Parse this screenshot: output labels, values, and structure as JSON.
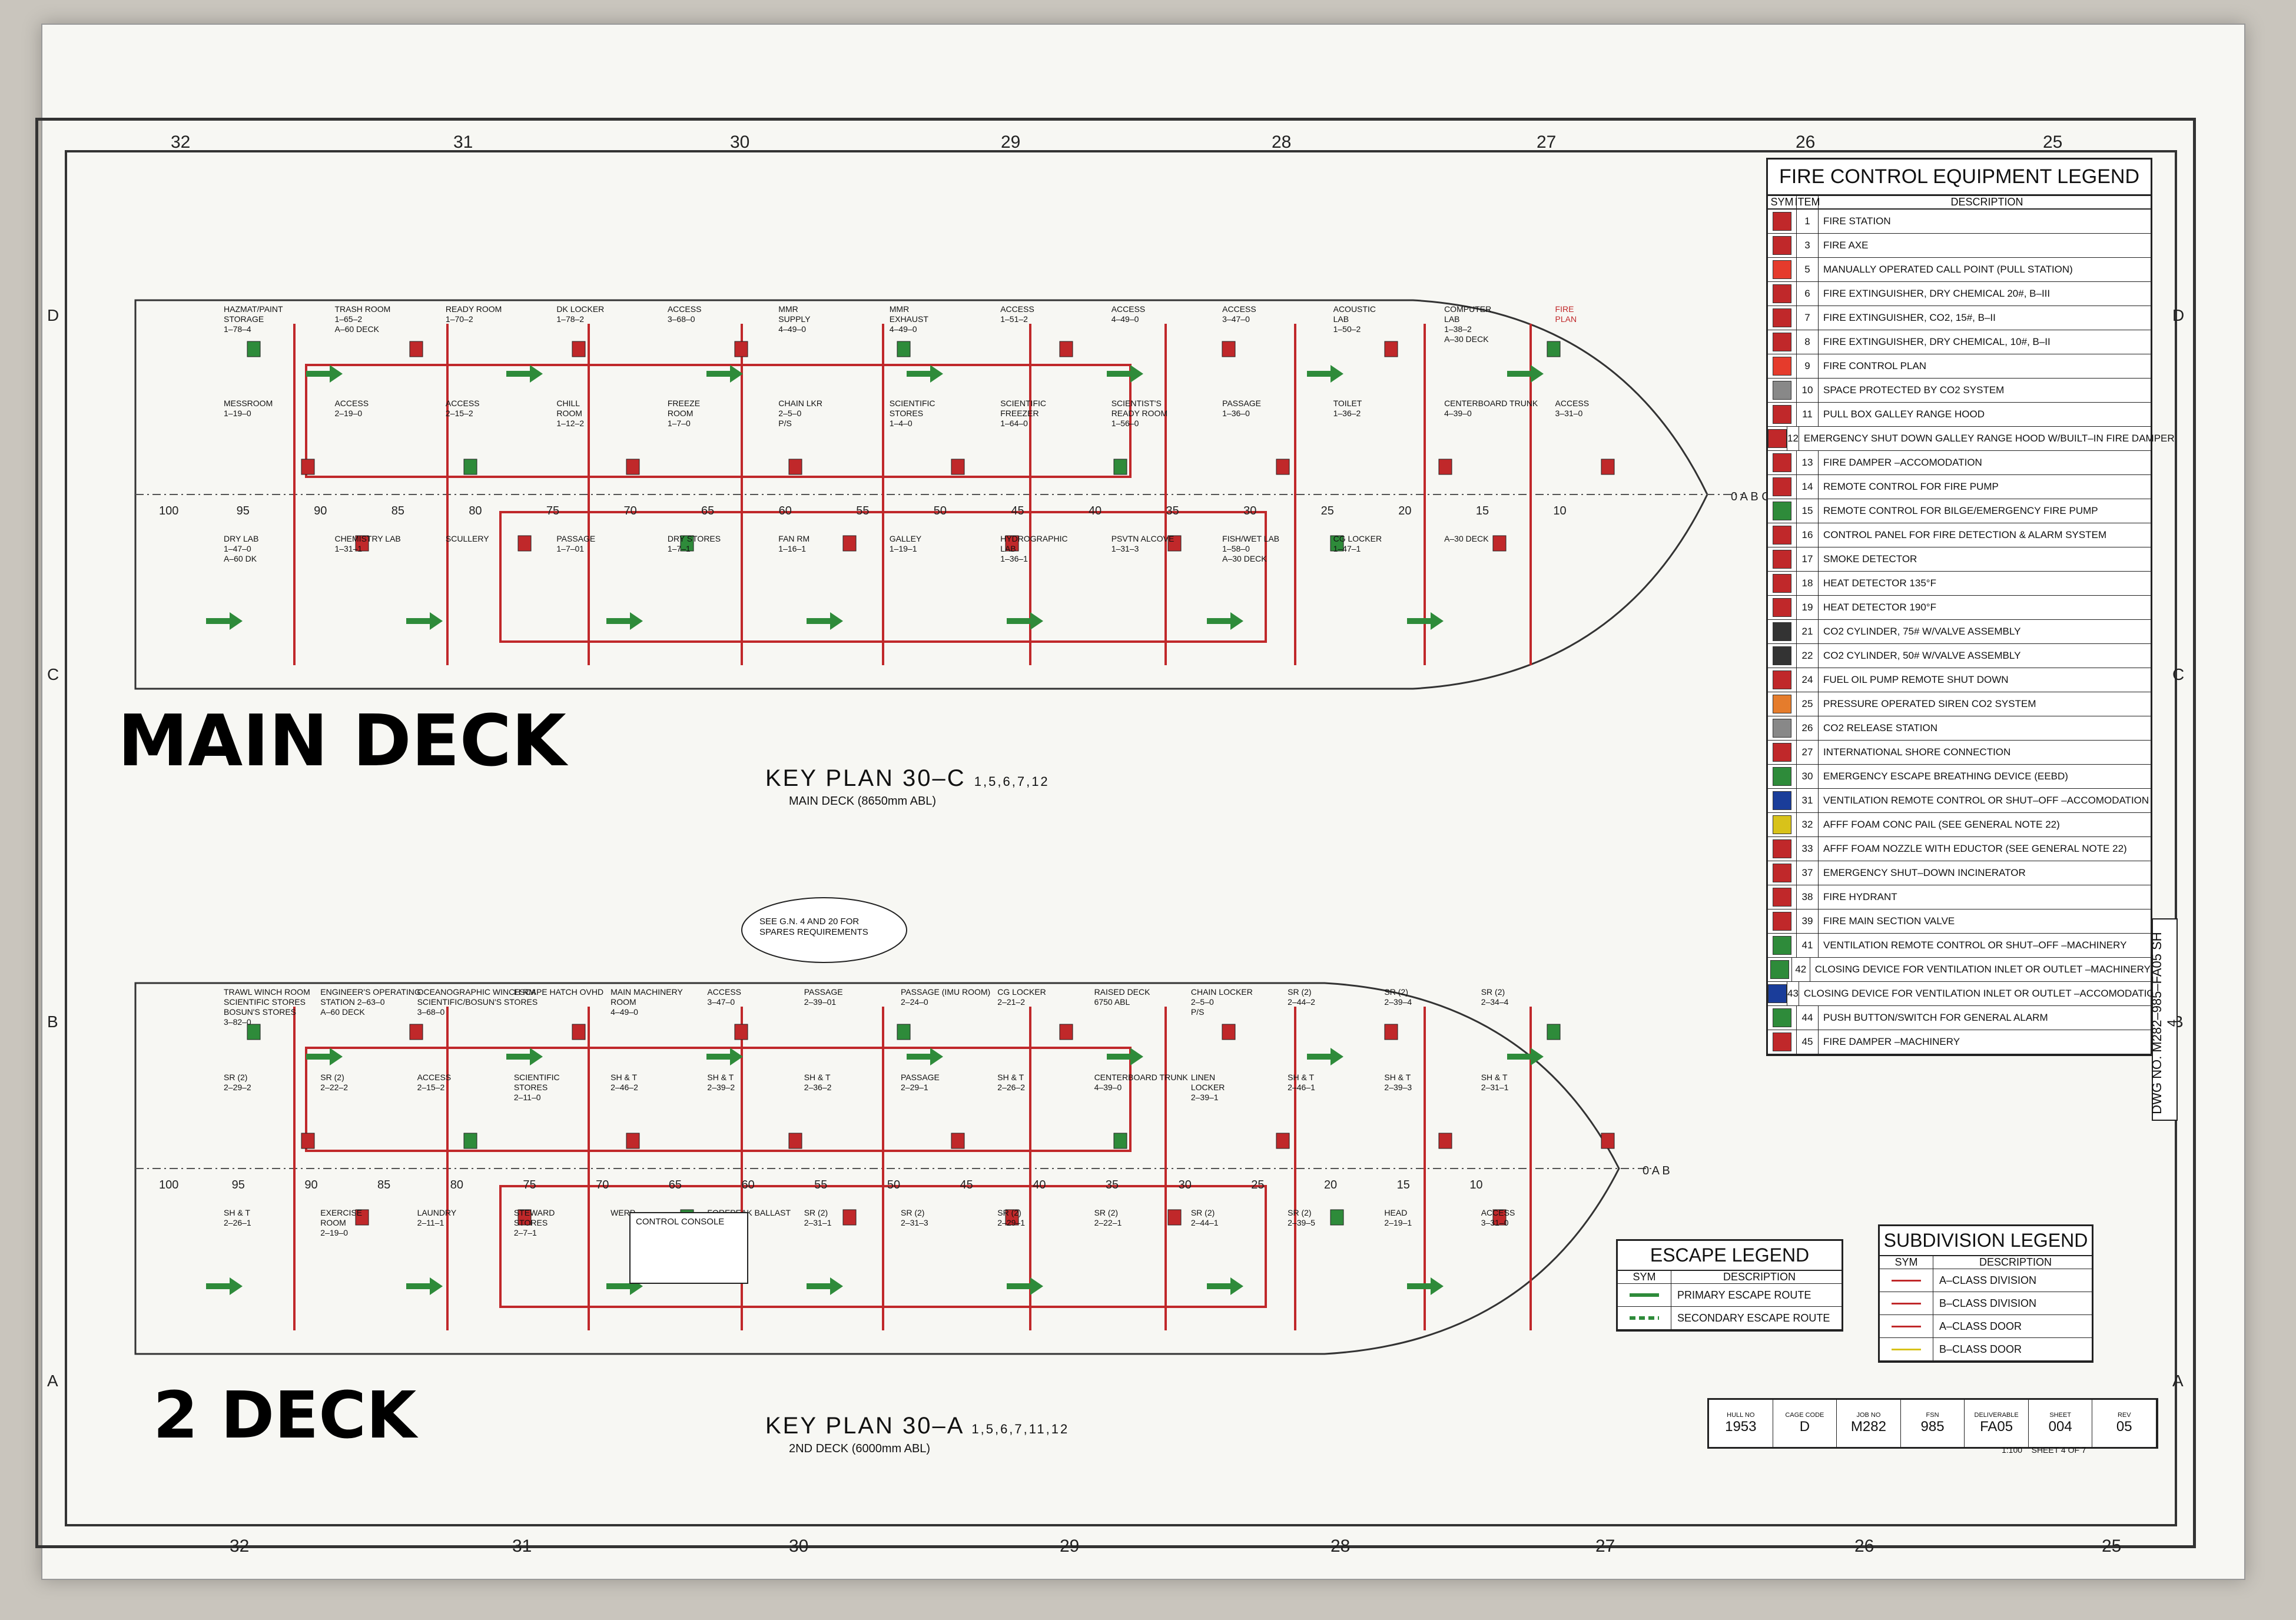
{
  "grid": {
    "top": [
      "32",
      "31",
      "30",
      "29",
      "28",
      "27",
      "26",
      "25"
    ],
    "bottom": [
      "32",
      "31",
      "30",
      "29",
      "28",
      "27",
      "26",
      "25"
    ],
    "left": [
      "D",
      "C",
      "B",
      "A"
    ],
    "right": [
      "D",
      "C",
      "B",
      "A"
    ]
  },
  "main_deck": {
    "handwritten": "MAIN DECK",
    "key_plan": "KEY PLAN 30–C",
    "sub": "MAIN DECK (8650mm ABL)",
    "revisions": "1,5,6,7,12",
    "frames": [
      "100",
      "95",
      "90",
      "85",
      "80",
      "75",
      "70",
      "65",
      "60",
      "55",
      "50",
      "45",
      "40",
      "35",
      "30",
      "25",
      "20",
      "15",
      "10"
    ],
    "stations": "0 A B C D",
    "rooms": [
      {
        "t": "HAZMAT/PAINT\nSTORAGE\n1–78–4"
      },
      {
        "t": "TRASH ROOM\n1–65–2\nA–60 DECK"
      },
      {
        "t": "READY ROOM\n1–70–2"
      },
      {
        "t": "DK LOCKER\n1–78–2"
      },
      {
        "t": "ACCESS\n3–68–0"
      },
      {
        "t": "MMR\nSUPPLY\n4–49–0"
      },
      {
        "t": "MMR\nEXHAUST\n4–49–0"
      },
      {
        "t": "ACCESS\n1–51–2"
      },
      {
        "t": "ACCESS\n4–49–0"
      },
      {
        "t": "ACCESS\n3–47–0"
      },
      {
        "t": "ACOUSTIC\nLAB\n1–50–2"
      },
      {
        "t": "COMPUTER\nLAB\n1–38–2\nA–30 DECK"
      },
      {
        "t": "FIRE\nPLAN"
      },
      {
        "t": "MESSROOM\n1–19–0"
      },
      {
        "t": "ACCESS\n2–19–0"
      },
      {
        "t": "ACCESS\n2–15–2"
      },
      {
        "t": "CHILL\nROOM\n1–12–2"
      },
      {
        "t": "FREEZE\nROOM\n1–7–0"
      },
      {
        "t": "CHAIN LKR\n2–5–0\nP/S"
      },
      {
        "t": "SCIENTIFIC\nSTORES\n1–4–0"
      },
      {
        "t": "SCIENTIFIC\nFREEZER\n1–64–0"
      },
      {
        "t": "SCIENTIST'S\nREADY ROOM\n1–56–0"
      },
      {
        "t": "PASSAGE\n1–36–0"
      },
      {
        "t": "TOILET\n1–36–2"
      },
      {
        "t": "CENTERBOARD TRUNK\n4–39–0"
      },
      {
        "t": "ACCESS\n3–31–0"
      },
      {
        "t": "DRY LAB\n1–47–0\nA–60 DK"
      },
      {
        "t": "CHEMISTRY LAB\n1–31–1"
      },
      {
        "t": "SCULLERY"
      },
      {
        "t": "PASSAGE\n1–7–01"
      },
      {
        "t": "DRY STORES\n1–7–1"
      },
      {
        "t": "FAN RM\n1–16–1"
      },
      {
        "t": "GALLEY\n1–19–1"
      },
      {
        "t": "HYDROGRAPHIC\nLAB\n1–36–1"
      },
      {
        "t": "PSVTN ALCOVE\n1–31–3"
      },
      {
        "t": "FISH/WET LAB\n1–58–0\nA–30 DECK"
      },
      {
        "t": "CG LOCKER\n1–47–1"
      },
      {
        "t": "A–30 DECK"
      }
    ]
  },
  "second_deck": {
    "handwritten": "2 DECK",
    "key_plan": "KEY PLAN 30–A",
    "sub": "2ND DECK (6000mm ABL)",
    "revisions": "1,5,6,7,11,12",
    "frames": [
      "100",
      "95",
      "90",
      "85",
      "80",
      "75",
      "70",
      "65",
      "60",
      "55",
      "50",
      "45",
      "40",
      "35",
      "30",
      "25",
      "20",
      "15",
      "10"
    ],
    "stations": "0 A B",
    "note": "SEE G.N. 4 AND 20 FOR\nSPARES REQUIREMENTS",
    "control_console": "CONTROL CONSOLE",
    "rooms": [
      {
        "t": "TRAWL WINCH ROOM\nSCIENTIFIC STORES\nBOSUN'S STORES\n3–82–0"
      },
      {
        "t": "ENGINEER'S OPERATING\nSTATION 2–63–0\nA–60 DECK"
      },
      {
        "t": "OCEANOGRAPHIC WINCH RM\nSCIENTIFIC/BOSUN'S STORES\n3–68–0"
      },
      {
        "t": "ESCAPE HATCH OVHD"
      },
      {
        "t": "MAIN MACHINERY\nROOM\n4–49–0"
      },
      {
        "t": "ACCESS\n3–47–0"
      },
      {
        "t": "PASSAGE\n2–39–01"
      },
      {
        "t": "PASSAGE (IMU ROOM)\n2–24–0"
      },
      {
        "t": "CG LOCKER\n2–21–2"
      },
      {
        "t": "RAISED DECK\n6750 ABL"
      },
      {
        "t": "CHAIN LOCKER\n2–5–0\nP/S"
      },
      {
        "t": "SR (2)\n2–44–2"
      },
      {
        "t": "SR (2)\n2–39–4"
      },
      {
        "t": "SR (2)\n2–34–4"
      },
      {
        "t": "SR (2)\n2–29–2"
      },
      {
        "t": "SR (2)\n2–22–2"
      },
      {
        "t": "ACCESS\n2–15–2"
      },
      {
        "t": "SCIENTIFIC\nSTORES\n2–11–0"
      },
      {
        "t": "SH & T\n2–46–2"
      },
      {
        "t": "SH & T\n2–39–2"
      },
      {
        "t": "SH & T\n2–36–2"
      },
      {
        "t": "PASSAGE\n2–29–1"
      },
      {
        "t": "SH & T\n2–26–2"
      },
      {
        "t": "CENTERBOARD TRUNK\n4–39–0"
      },
      {
        "t": "LINEN\nLOCKER\n2–39–1"
      },
      {
        "t": "SH & T\n2–46–1"
      },
      {
        "t": "SH & T\n2–39–3"
      },
      {
        "t": "SH & T\n2–31–1"
      },
      {
        "t": "SH & T\n2–26–1"
      },
      {
        "t": "EXERCISE\nROOM\n2–19–0"
      },
      {
        "t": "LAUNDRY\n2–11–1"
      },
      {
        "t": "STEWARD\nSTORES\n2–7–1"
      },
      {
        "t": "WERP"
      },
      {
        "t": "FOREPEAK BALLAST\n4–1–0"
      },
      {
        "t": "SR (2)\n2–31–1"
      },
      {
        "t": "SR (2)\n2–31–3"
      },
      {
        "t": "SR (2)\n2–29–1"
      },
      {
        "t": "SR (2)\n2–22–1"
      },
      {
        "t": "SR (2)\n2–44–1"
      },
      {
        "t": "SR (2)\n2–39–5"
      },
      {
        "t": "HEAD\n2–19–1"
      },
      {
        "t": "ACCESS\n3–31–0"
      }
    ]
  },
  "fire_legend": {
    "title": "FIRE CONTROL EQUIPMENT LEGEND",
    "col_sym": "SYM",
    "col_item": "ITEM",
    "col_desc": "DESCRIPTION",
    "rows": [
      {
        "item": "1",
        "desc": "FIRE STATION",
        "color": "#c0282a"
      },
      {
        "item": "3",
        "desc": "FIRE AXE",
        "color": "#c0282a"
      },
      {
        "item": "5",
        "desc": "MANUALLY OPERATED CALL POINT (PULL STATION)",
        "color": "#e53b2c"
      },
      {
        "item": "6",
        "desc": "FIRE EXTINGUISHER, DRY CHEMICAL 20#, B–III",
        "color": "#c0282a"
      },
      {
        "item": "7",
        "desc": "FIRE EXTINGUISHER, CO2, 15#, B–II",
        "color": "#c0282a"
      },
      {
        "item": "8",
        "desc": "FIRE EXTINGUISHER, DRY CHEMICAL, 10#, B–II",
        "color": "#c0282a"
      },
      {
        "item": "9",
        "desc": "FIRE CONTROL PLAN",
        "color": "#e53b2c"
      },
      {
        "item": "10",
        "desc": "SPACE PROTECTED BY CO2 SYSTEM",
        "color": "#888888"
      },
      {
        "item": "11",
        "desc": "PULL BOX GALLEY RANGE HOOD",
        "color": "#c0282a"
      },
      {
        "item": "12",
        "desc": "EMERGENCY SHUT DOWN GALLEY RANGE HOOD W/BUILT–IN FIRE DAMPER",
        "color": "#c0282a"
      },
      {
        "item": "13",
        "desc": "FIRE DAMPER –ACCOMODATION",
        "color": "#c0282a"
      },
      {
        "item": "14",
        "desc": "REMOTE CONTROL FOR FIRE PUMP",
        "color": "#c0282a"
      },
      {
        "item": "15",
        "desc": "REMOTE CONTROL FOR BILGE/EMERGENCY FIRE PUMP",
        "color": "#2e8b3a"
      },
      {
        "item": "16",
        "desc": "CONTROL PANEL FOR FIRE DETECTION & ALARM SYSTEM",
        "color": "#c0282a"
      },
      {
        "item": "17",
        "desc": "SMOKE DETECTOR",
        "color": "#c0282a"
      },
      {
        "item": "18",
        "desc": "HEAT DETECTOR 135°F",
        "color": "#c0282a"
      },
      {
        "item": "19",
        "desc": "HEAT DETECTOR 190°F",
        "color": "#c0282a"
      },
      {
        "item": "21",
        "desc": "CO2 CYLINDER, 75# W/VALVE ASSEMBLY",
        "color": "#333333"
      },
      {
        "item": "22",
        "desc": "CO2 CYLINDER, 50# W/VALVE ASSEMBLY",
        "color": "#333333"
      },
      {
        "item": "24",
        "desc": "FUEL OIL PUMP REMOTE SHUT DOWN",
        "color": "#c0282a"
      },
      {
        "item": "25",
        "desc": "PRESSURE OPERATED SIREN CO2 SYSTEM",
        "color": "#e57c2c"
      },
      {
        "item": "26",
        "desc": "CO2 RELEASE STATION",
        "color": "#888888"
      },
      {
        "item": "27",
        "desc": "INTERNATIONAL SHORE CONNECTION",
        "color": "#c0282a"
      },
      {
        "item": "30",
        "desc": "EMERGENCY ESCAPE BREATHING DEVICE (EEBD)",
        "color": "#2e8b3a"
      },
      {
        "item": "31",
        "desc": "VENTILATION REMOTE CONTROL OR SHUT–OFF –ACCOMODATION",
        "color": "#1a3d9a"
      },
      {
        "item": "32",
        "desc": "AFFF FOAM CONC PAIL (SEE GENERAL NOTE 22)",
        "color": "#d8c21a"
      },
      {
        "item": "33",
        "desc": "AFFF FOAM NOZZLE WITH EDUCTOR (SEE GENERAL NOTE 22)",
        "color": "#c0282a"
      },
      {
        "item": "37",
        "desc": "EMERGENCY SHUT–DOWN INCINERATOR",
        "color": "#c0282a"
      },
      {
        "item": "38",
        "desc": "FIRE HYDRANT",
        "color": "#c0282a"
      },
      {
        "item": "39",
        "desc": "FIRE MAIN SECTION VALVE",
        "color": "#c0282a"
      },
      {
        "item": "41",
        "desc": "VENTILATION REMOTE CONTROL OR SHUT–OFF –MACHINERY",
        "color": "#2e8b3a"
      },
      {
        "item": "42",
        "desc": "CLOSING DEVICE FOR VENTILATION INLET OR OUTLET –MACHINERY",
        "color": "#2e8b3a"
      },
      {
        "item": "43",
        "desc": "CLOSING DEVICE FOR VENTILATION INLET OR OUTLET –ACCOMODATION",
        "color": "#1a3d9a"
      },
      {
        "item": "44",
        "desc": "PUSH BUTTON/SWITCH FOR GENERAL ALARM",
        "color": "#2e8b3a"
      },
      {
        "item": "45",
        "desc": "FIRE DAMPER –MACHINERY",
        "color": "#c0282a"
      }
    ]
  },
  "escape_legend": {
    "title": "ESCAPE LEGEND",
    "col_sym": "SYM",
    "col_desc": "DESCRIPTION",
    "rows": [
      {
        "desc": "PRIMARY ESCAPE ROUTE",
        "style": "solid"
      },
      {
        "desc": "SECONDARY ESCAPE ROUTE",
        "style": "dashed"
      }
    ]
  },
  "subdivision_legend": {
    "title": "SUBDIVISION LEGEND",
    "col_sym": "SYM",
    "col_desc": "DESCRIPTION",
    "rows": [
      {
        "desc": "A–CLASS DIVISION",
        "color": "#c0282a"
      },
      {
        "desc": "B–CLASS DIVISION",
        "color": "#c0282a"
      },
      {
        "desc": "A–CLASS DOOR",
        "color": "#c0282a"
      },
      {
        "desc": "B–CLASS DOOR",
        "color": "#d8c21a"
      }
    ]
  },
  "title_block": {
    "hull_no": "1953",
    "code": "D",
    "job": "M282",
    "fsn": "985",
    "dwg": "FA05",
    "sheet": "004",
    "rev": "05",
    "scale": "1:100",
    "sheet_of": "SHEET 4 OF 7",
    "cells": [
      {
        "lab": "HULL NO",
        "val": "1953"
      },
      {
        "lab": "CAGE CODE",
        "val": "D"
      },
      {
        "lab": "JOB NO",
        "val": "M282"
      },
      {
        "lab": "FSN",
        "val": "985"
      },
      {
        "lab": "DELIVERABLE",
        "val": "FA05"
      },
      {
        "lab": "SHEET",
        "val": "004"
      },
      {
        "lab": "REV",
        "val": "05"
      }
    ]
  },
  "drawing_no": "DWG NO. M282–985–FA05 SH 4"
}
